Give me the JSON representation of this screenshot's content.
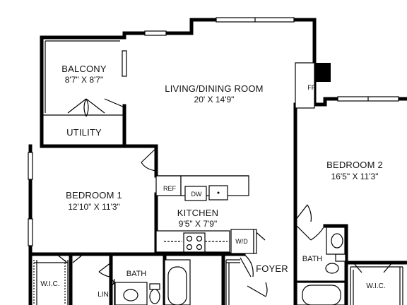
{
  "rooms": {
    "balcony": {
      "name": "BALCONY",
      "dims": "8'7\" X 8'7\""
    },
    "utility": {
      "name": "UTILITY"
    },
    "living_dining": {
      "name": "LIVING/DINING ROOM",
      "dims": "20' X 14'9\""
    },
    "fireplace": {
      "name": "FP"
    },
    "bedroom1": {
      "name": "BEDROOM 1",
      "dims": "12'10\" X 11'3\""
    },
    "bedroom2": {
      "name": "BEDROOM 2",
      "dims": "16'5\" X 11'3\""
    },
    "kitchen": {
      "name": "KITCHEN",
      "dims": "9'5\" X 7'9\""
    },
    "refrigerator": {
      "name": "REF"
    },
    "dishwasher": {
      "name": "DW"
    },
    "washer_dryer": {
      "name": "W/D"
    },
    "foyer": {
      "name": "FOYER"
    },
    "bath1": {
      "name": "BATH"
    },
    "bath2": {
      "name": "BATH"
    },
    "linen": {
      "name": "LIN"
    },
    "wic1": {
      "name": "W.I.C."
    },
    "wic2": {
      "name": "W.I.C."
    }
  }
}
